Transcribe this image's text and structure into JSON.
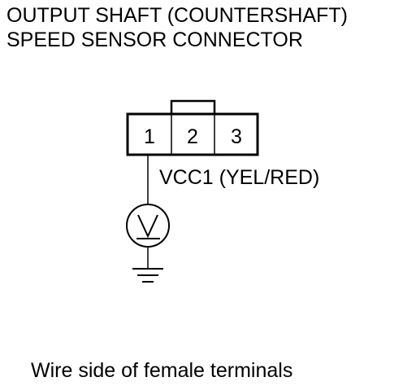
{
  "title": {
    "line1": "OUTPUT SHAFT (COUNTERSHAFT)",
    "line2": "SPEED SENSOR CONNECTOR"
  },
  "connector": {
    "terminals": [
      "1",
      "2",
      "3"
    ]
  },
  "wire": {
    "label": "VCC1 (YEL/RED)"
  },
  "meter": {
    "symbol": "V"
  },
  "footer": {
    "caption": "Wire side of female terminals"
  }
}
